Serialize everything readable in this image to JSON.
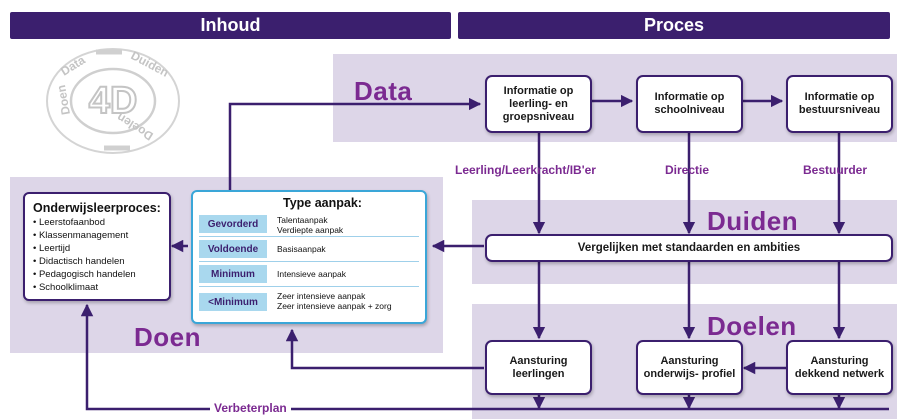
{
  "headers": {
    "inhoud": "Inhoud",
    "proces": "Proces"
  },
  "logo": {
    "text": "4D",
    "ring_words": [
      "Data",
      "Duiden",
      "Doelen",
      "Doen"
    ]
  },
  "sections": {
    "data": "Data",
    "duiden": "Duiden",
    "doelen": "Doelen",
    "doen": "Doen"
  },
  "data_boxes": [
    {
      "label": "Informatie op leerling- en groepsniveau"
    },
    {
      "label": "Informatie op schoolniveau"
    },
    {
      "label": "Informatie op bestuursniveau"
    }
  ],
  "roles": [
    "Leerling/Leerkracht/IB'er",
    "Directie",
    "Bestuurder"
  ],
  "compare_box": "Vergelijken met standaarden en ambities",
  "doelen_boxes": [
    {
      "label": "Aansturing leerlingen"
    },
    {
      "label": "Aansturing onderwijs- profiel"
    },
    {
      "label": "Aansturing dekkend netwerk"
    }
  ],
  "onderwijs": {
    "title": "Onderwijsleerproces:",
    "items": [
      "Leerstofaanbod",
      "Klassenmanagement",
      "Leertijd",
      "Didactisch handelen",
      "Pedagogisch handelen",
      "Schoolklimaat"
    ]
  },
  "type_aanpak": {
    "title": "Type aanpak:",
    "rows": [
      {
        "level": "Gevorderd",
        "lines": [
          "Talentaanpak",
          "Verdiepte aanpak"
        ]
      },
      {
        "level": "Voldoende",
        "lines": [
          "Basisaanpak"
        ]
      },
      {
        "level": "Minimum",
        "lines": [
          "Intensieve aanpak"
        ]
      },
      {
        "level": "<Minimum",
        "lines": [
          "Zeer intensieve aanpak",
          "Zeer intensieve aanpak + zorg"
        ]
      }
    ]
  },
  "footer": "Verbeterplan",
  "colors": {
    "dark_purple": "#3b1f6e",
    "accent_purple": "#7b2a91",
    "panel": "#ddd6e8",
    "blue": "#3aa6d8"
  }
}
